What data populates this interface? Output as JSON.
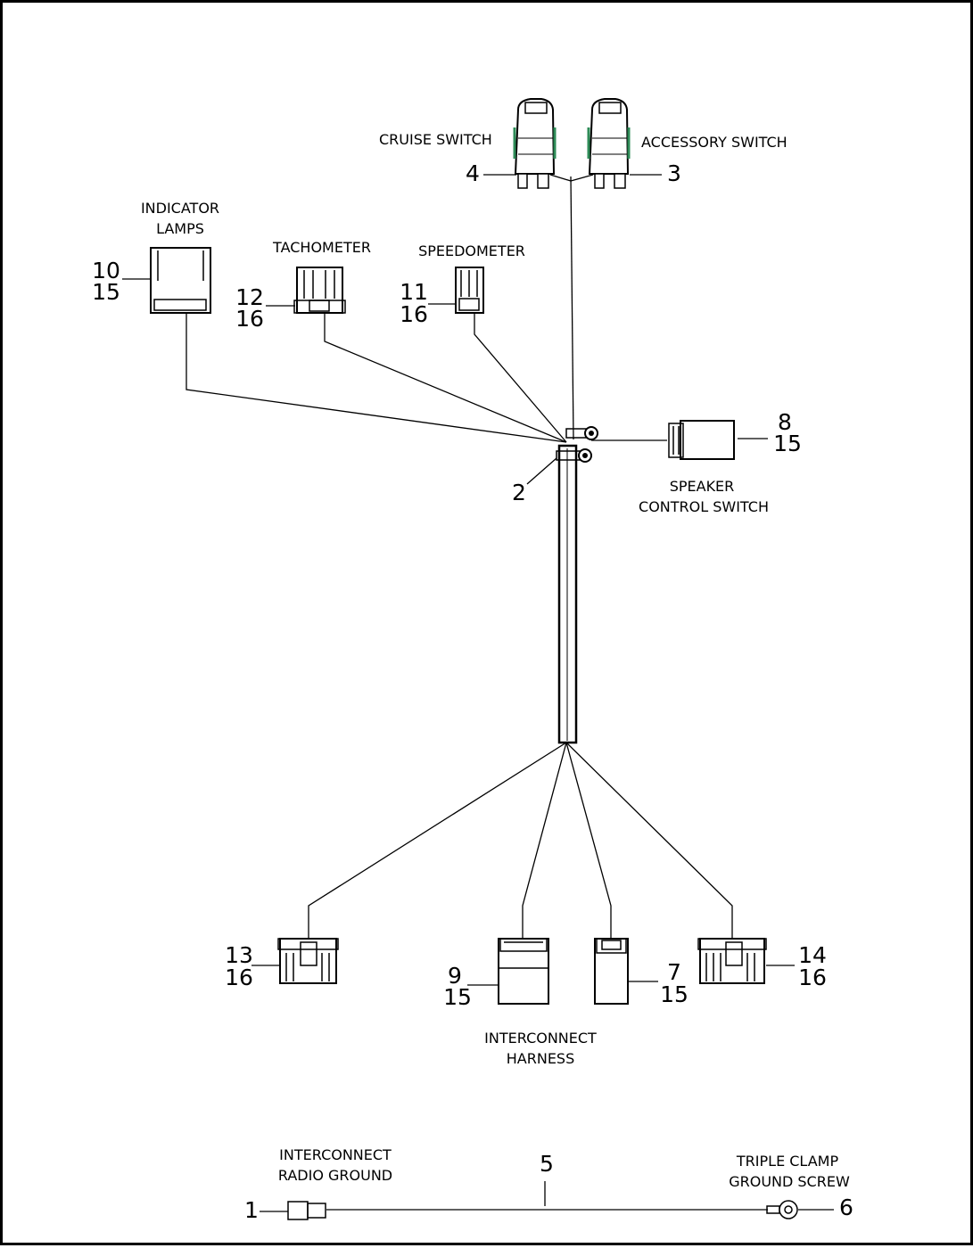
{
  "labels": {
    "cruise_switch": "CRUISE SWITCH",
    "accessory_switch": "ACCESSORY SWITCH",
    "indicator_lamps_1": "INDICATOR",
    "indicator_lamps_2": "LAMPS",
    "tachometer": "TACHOMETER",
    "speedometer": "SPEEDOMETER",
    "speaker_1": "SPEAKER",
    "speaker_2": "CONTROL SWITCH",
    "interconnect_harness_1": "INTERCONNECT",
    "interconnect_harness_2": "HARNESS",
    "radio_ground_1": "INTERCONNECT",
    "radio_ground_2": "RADIO GROUND",
    "triple_clamp_1": "TRIPLE CLAMP",
    "triple_clamp_2": "GROUND SCREW"
  },
  "callouts": {
    "cruise": "4",
    "accessory": "3",
    "indicator_a": "10",
    "indicator_b": "15",
    "tach_a": "12",
    "tach_b": "16",
    "speedo_a": "11",
    "speedo_b": "16",
    "speaker_a": "8",
    "speaker_b": "15",
    "clip": "2",
    "c13_a": "13",
    "c13_b": "16",
    "c9_a": "9",
    "c9_b": "15",
    "c7_a": "7",
    "c7_b": "15",
    "c14_a": "14",
    "c14_b": "16",
    "ground_left": "1",
    "ground_wire": "5",
    "ground_right": "6"
  },
  "colors": {
    "line": "#000000",
    "switch_accent": "#2e8b57"
  }
}
